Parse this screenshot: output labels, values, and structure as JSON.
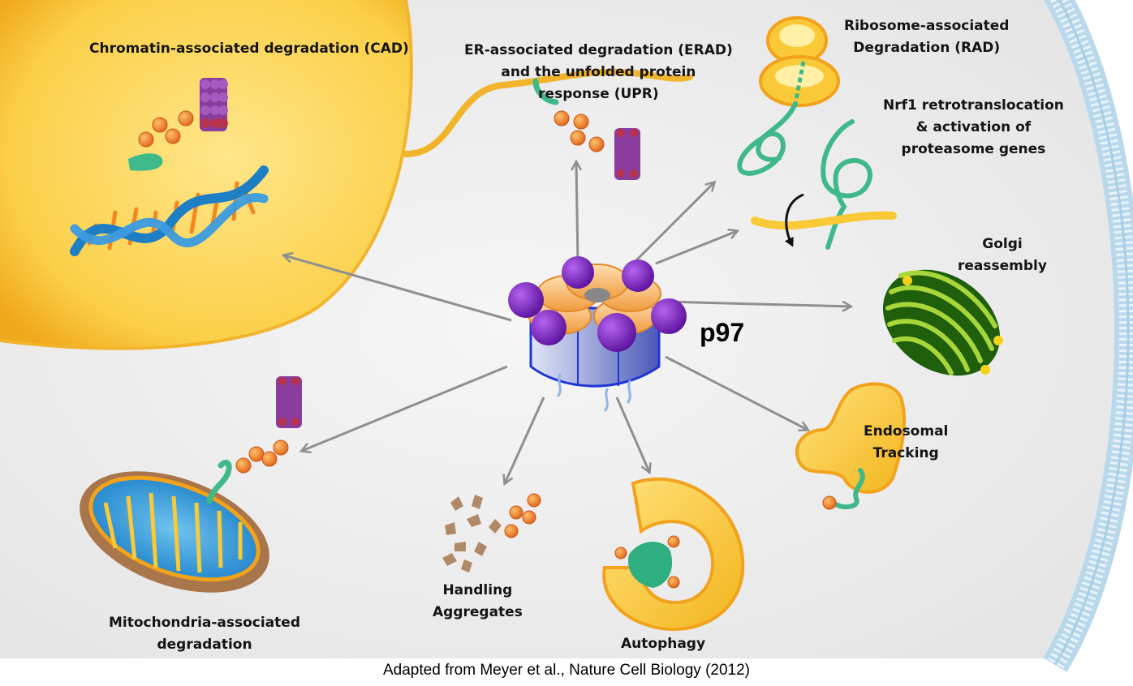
{
  "center": {
    "label": "p97"
  },
  "pathways": {
    "cad": {
      "lines": [
        "Chromatin-associated degradation (CAD)"
      ]
    },
    "erad": {
      "lines": [
        "ER-associated degradation (ERAD)",
        "and the unfolded protein",
        "response (UPR)"
      ]
    },
    "rad": {
      "lines": [
        "Ribosome-associated",
        "Degradation (RAD)"
      ]
    },
    "nrf1": {
      "lines": [
        "Nrf1 retrotranslocation",
        "& activation of",
        "proteasome genes"
      ]
    },
    "golgi": {
      "lines": [
        "Golgi",
        "reassembly"
      ]
    },
    "endosomal": {
      "lines": [
        "Endosomal",
        "Tracking"
      ]
    },
    "autophagy": {
      "lines": [
        "Autophagy"
      ]
    },
    "aggregates": {
      "lines": [
        "Handling",
        "Aggregates"
      ]
    },
    "mito": {
      "lines": [
        "Mitochondria-associated",
        "degradation"
      ]
    }
  },
  "credit": "Adapted from Meyer et al., Nature Cell Biology (2012)",
  "colors": {
    "nucleus": "#f9c938",
    "dna": "#1f7fc4",
    "ubiquitin": "#f2871e",
    "proteasome": "#8a3d9c",
    "substrate": "#3fb98a",
    "p97_ring": "#f2b66a",
    "p97_base": "#3b4fbf",
    "p97_cap": "#6a1fb3",
    "arrow": "#8f8f8f",
    "membrane": "#a9cfe6",
    "golgi": "#7cbb2a",
    "cytoplasm": "#eeeeee"
  }
}
